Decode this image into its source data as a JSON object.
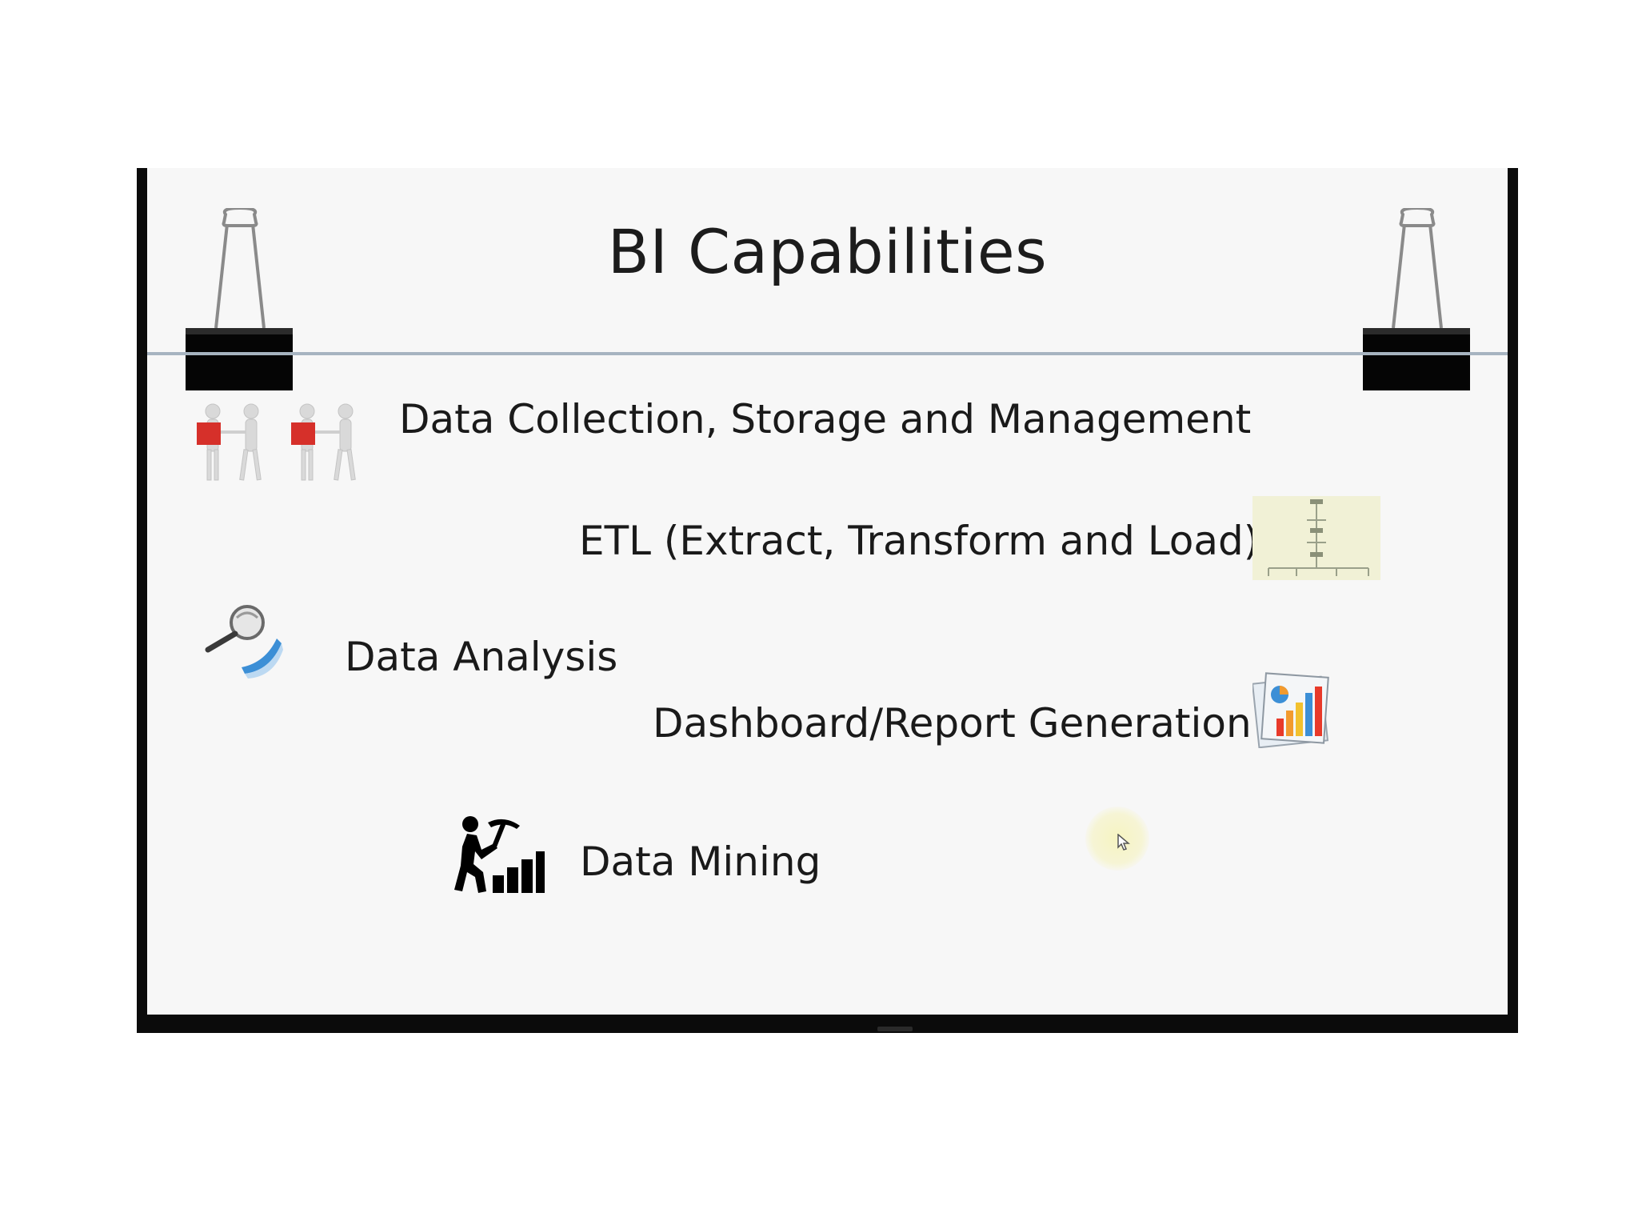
{
  "slide": {
    "title": "BI Capabilities",
    "items": [
      {
        "label": "Data Collection, Storage and Management",
        "icon": "people-holding-boxes-icon"
      },
      {
        "label": "ETL (Extract, Transform and Load)",
        "icon": "flowchart-diagram-icon"
      },
      {
        "label": "Data Analysis",
        "icon": "magnifier-analysis-icon"
      },
      {
        "label": "Dashboard/Report Generation",
        "icon": "report-chart-icon"
      },
      {
        "label": "Data Mining",
        "icon": "miner-bar-chart-icon"
      }
    ]
  },
  "colors": {
    "frame": "#0b0b0b",
    "slide_background": "#f7f7f7",
    "title_rule": "#a7b4c0",
    "text": "#1a1a1a",
    "accent_red": "#d6302a",
    "cursor_highlight": "#f6f3be"
  }
}
